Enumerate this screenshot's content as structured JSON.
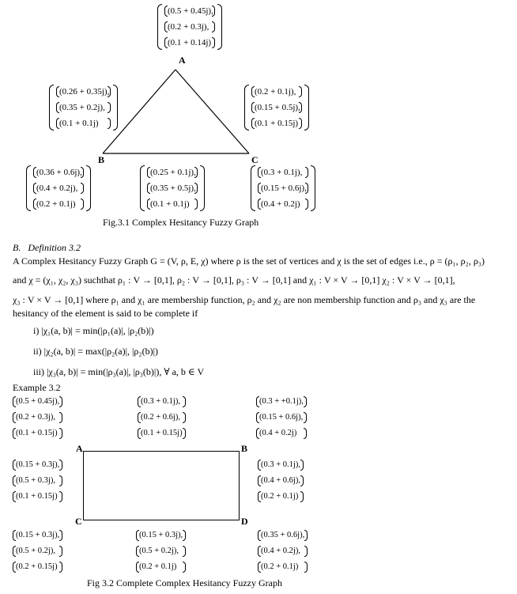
{
  "fig1": {
    "vertex_labels": {
      "a": "A",
      "b": "B",
      "c": "C"
    },
    "vertex_a": [
      "(0.5 + 0.45j),",
      "(0.2 + 0.3j),",
      "(0.1 + 0.14j)"
    ],
    "edge_ab": [
      "(0.26 + 0.35j),",
      "(0.35 + 0.2j),",
      "(0.1 + 0.1j)"
    ],
    "edge_ac": [
      "(0.2 + 0.1j),",
      "(0.15 + 0.5j),",
      "(0.1 + 0.15j)"
    ],
    "vertex_b": [
      "(0.36 + 0.6j),",
      "(0.4 + 0.2j),",
      "(0.2 + 0.1j)"
    ],
    "edge_bc": [
      "(0.25 + 0.1j),",
      "(0.35 + 0.5j),",
      "(0.1 + 0.1j)"
    ],
    "vertex_c": [
      "(0.3 + 0.1j),",
      "(0.15 + 0.6j),",
      "(0.4 + 0.2j)"
    ],
    "caption": "Fig.3.1 Complex Hesitancy Fuzzy Graph"
  },
  "definition": {
    "heading_letter": "B.",
    "heading_title": "Definition 3.2",
    "line1": "A Complex Hesitancy Fuzzy Graph  G = (V, ρ, E, χ)  where  ρ  is the set of vertices and  χ  is the set of edges i.e., ρ = (ρ₁, ρ₂, ρ₃)",
    "line2": "and χ = (χ₁, χ₂, χ₃) suchthat ρ₁ : V → [0,1], ρ₂ : V → [0,1], ρ₃ : V → [0,1] and χ₁ : V × V → [0,1] χ₂ : V × V → [0,1],",
    "line3": "χ₃ : V × V → [0,1]  where  ρ₁ and  χ₁  are membership function,  ρ₂  and  χ₂  are non membership function and  ρ₃  and  χ₃  are the",
    "line4": "hesitancy of the element is said to be complete if",
    "cond1": "i) |χ₁(a, b)| = min(|ρ₁(a)|, |ρ₂(b)|)",
    "cond2": "ii) |χ₂(a, b)| = max(|ρ₂(a)|, |ρ₂(b)|)",
    "cond3": "iii) |χ₃(a, b)| = min(|ρ₃(a)|, |ρ₃(b)|), ∀ a, b ∈ V"
  },
  "example": {
    "heading": "Example 3.2",
    "vertex_labels": {
      "a": "A",
      "b": "B",
      "c": "C",
      "d": "D"
    },
    "vertex_a": [
      "(0.5 + 0.45j),",
      "(0.2 + 0.3j),",
      "(0.1 + 0.15j)"
    ],
    "edge_ab": [
      "(0.3 + 0.1j),",
      "(0.2 + 0.6j),",
      "(0.1 + 0.15j)"
    ],
    "vertex_b": [
      "(0.3 + +0.1j),",
      "(0.15 + 0.6j),",
      "(0.4 + 0.2j)"
    ],
    "edge_ac": [
      "(0.15 + 0.3j),",
      "(0.5 + 0.3j),",
      "(0.1 + 0.15j)"
    ],
    "edge_bd": [
      "(0.3 + 0.1j),",
      "(0.4 + 0.6j),",
      "(0.2 + 0.1j)"
    ],
    "vertex_c": [
      "(0.15 + 0.3j),",
      "(0.5 + 0.2j),",
      "(0.2 + 0.15j)"
    ],
    "edge_cd": [
      "(0.15 + 0.3j),",
      "(0.5 + 0.2j),",
      "(0.2 + 0.1j)"
    ],
    "vertex_d": [
      "(0.35 + 0.6j),",
      "(0.4 + 0.2j),",
      "(0.2 + 0.1j)"
    ],
    "caption": "Fig 3.2 Complete Complex Hesitancy Fuzzy Graph"
  }
}
